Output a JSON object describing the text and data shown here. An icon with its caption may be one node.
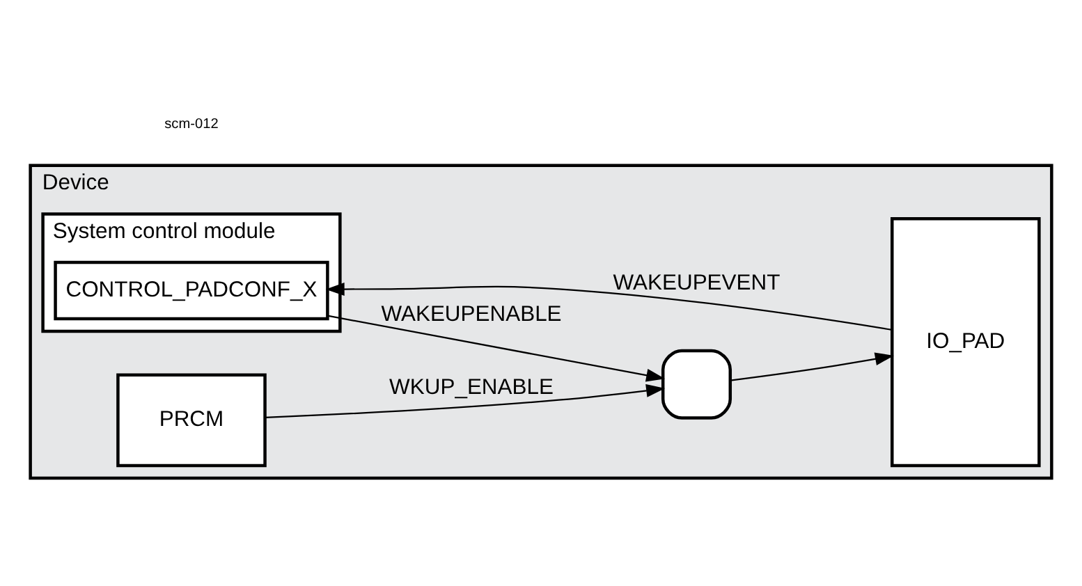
{
  "diagram": {
    "nodes": [
      {
        "text": [
          "Device"
        ]
      },
      {
        "text": [
          "System control module"
        ],
        "in": 0
      },
      {
        "text": [
          "CONTROL_PADCONF_X"
        ],
        "in": 1
      },
      {
        "text": [
          "IO_PAD"
        ],
        "in": 0
      },
      {
        "text": [
          "PRCM"
        ],
        "in": 0
      },
      {
        "text": [],
        "shape": "gate",
        "in": 0
      }
    ],
    "edges": [
      {
        "from": 3,
        "to": 2,
        "arrow": "to",
        "label": "WAKEUPEVENT"
      },
      {
        "from": 2,
        "to": 5,
        "arrow": "to",
        "label": "WAKEUPENABLE"
      },
      {
        "from": 4,
        "to": 5,
        "arrow": "to",
        "label": "WKUP_ENABLE"
      },
      {
        "from": 5,
        "to": 3,
        "arrow": "to"
      }
    ],
    "labels": [
      "scm-012"
    ]
  }
}
